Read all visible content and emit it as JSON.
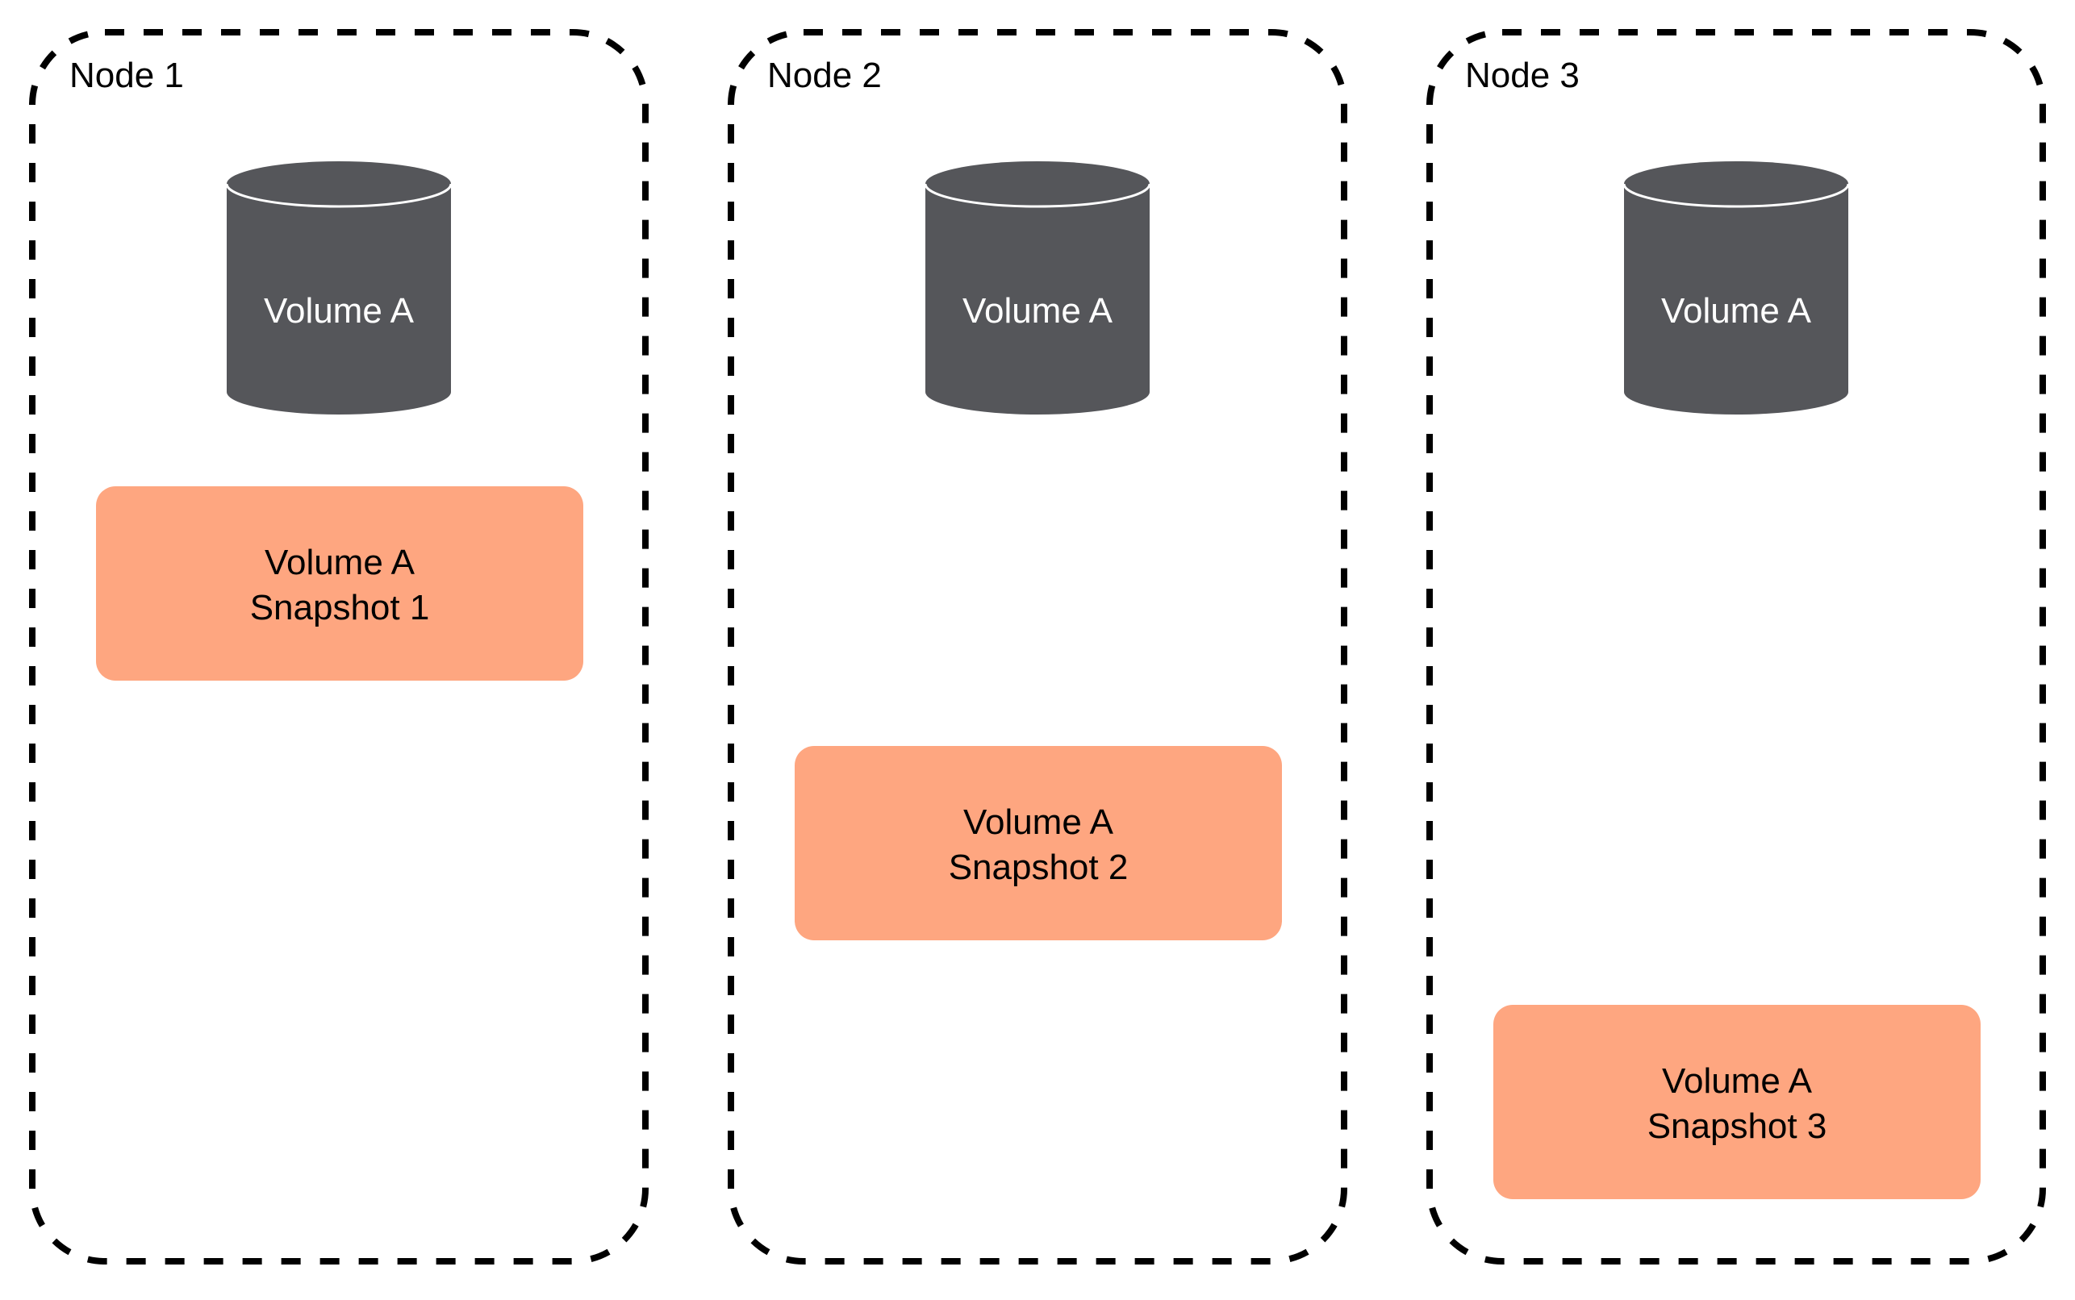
{
  "colors": {
    "node_border": "#000000",
    "volume_fill": "#55565a",
    "volume_rim": "#ffffff",
    "volume_text": "#ffffff",
    "snapshot_fill": "#fea680",
    "snapshot_text": "#000000"
  },
  "nodes": [
    {
      "label": "Node 1",
      "volume": {
        "label": "Volume A",
        "icon": "database-cylinder-icon"
      },
      "snapshot": {
        "line1": "Volume A",
        "line2": "Snapshot 1",
        "slot": 1
      }
    },
    {
      "label": "Node 2",
      "volume": {
        "label": "Volume A",
        "icon": "database-cylinder-icon"
      },
      "snapshot": {
        "line1": "Volume A",
        "line2": "Snapshot 2",
        "slot": 2
      }
    },
    {
      "label": "Node 3",
      "volume": {
        "label": "Volume A",
        "icon": "database-cylinder-icon"
      },
      "snapshot": {
        "line1": "Volume A",
        "line2": "Snapshot 3",
        "slot": 3
      }
    }
  ]
}
